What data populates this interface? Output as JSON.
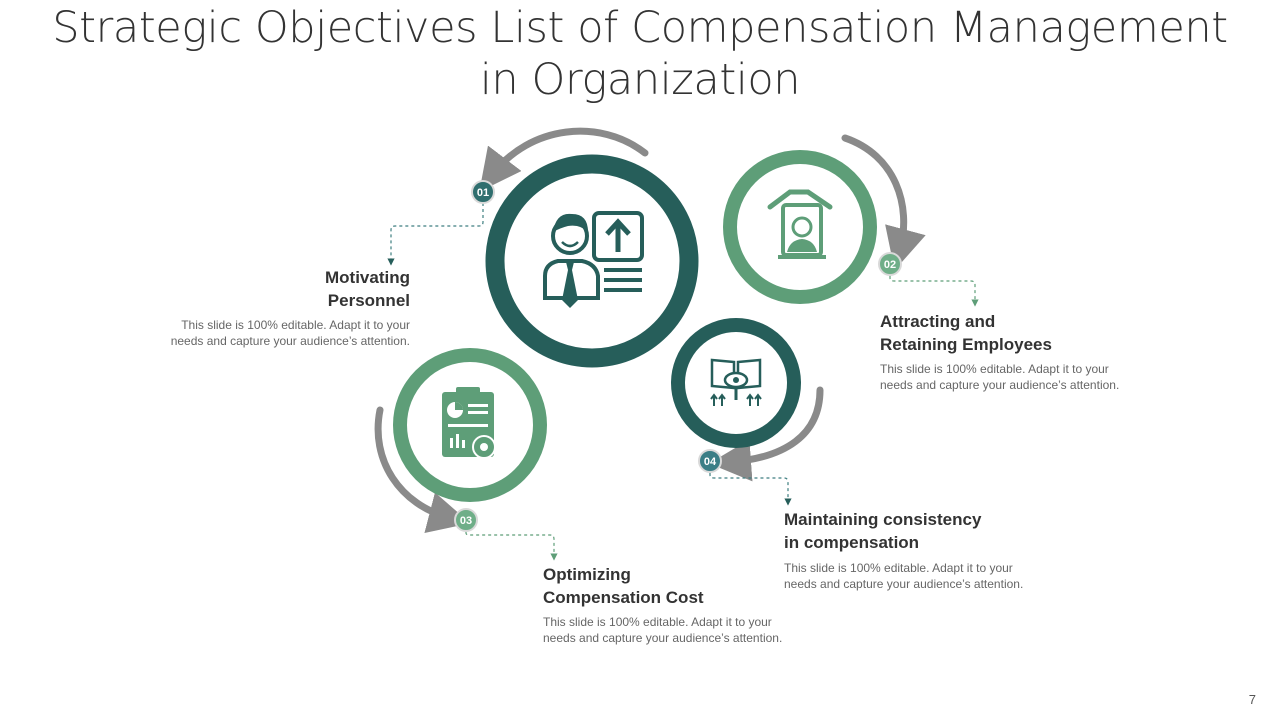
{
  "slide": {
    "title_line1": "Strategic Objectives List of Compensation Management",
    "title_line2": "in Organization",
    "page_number": "7"
  },
  "items": [
    {
      "number": "01",
      "heading_line1": "Motivating",
      "heading_line2": "Personnel",
      "desc_line1": "This slide is 100% editable. Adapt it to your",
      "desc_line2": "needs and capture your audience’s attention.",
      "icon": "employee-promotion-icon"
    },
    {
      "number": "02",
      "heading_line1": "Attracting and",
      "heading_line2": "Retaining Employees",
      "desc_line1": "This slide is 100% editable. Adapt it to your",
      "desc_line2": "needs and capture your audience’s attention.",
      "icon": "employee-retention-icon"
    },
    {
      "number": "03",
      "heading_line1": "Optimizing",
      "heading_line2": "Compensation Cost",
      "desc_line1": "This slide is 100% editable. Adapt it to your",
      "desc_line2": "needs and capture your audience’s attention.",
      "icon": "cost-report-icon"
    },
    {
      "number": "04",
      "heading_line1": "Maintaining consistency",
      "heading_line2": "in compensation",
      "desc_line1": "This slide is 100% editable. Adapt it to your",
      "desc_line2": "needs and capture your audience’s attention.",
      "icon": "insight-book-icon"
    }
  ],
  "colors": {
    "dark_teal": "#265E5A",
    "green": "#5E9E78",
    "gray_arrow": "#8A8A8A",
    "text": "#333333"
  }
}
